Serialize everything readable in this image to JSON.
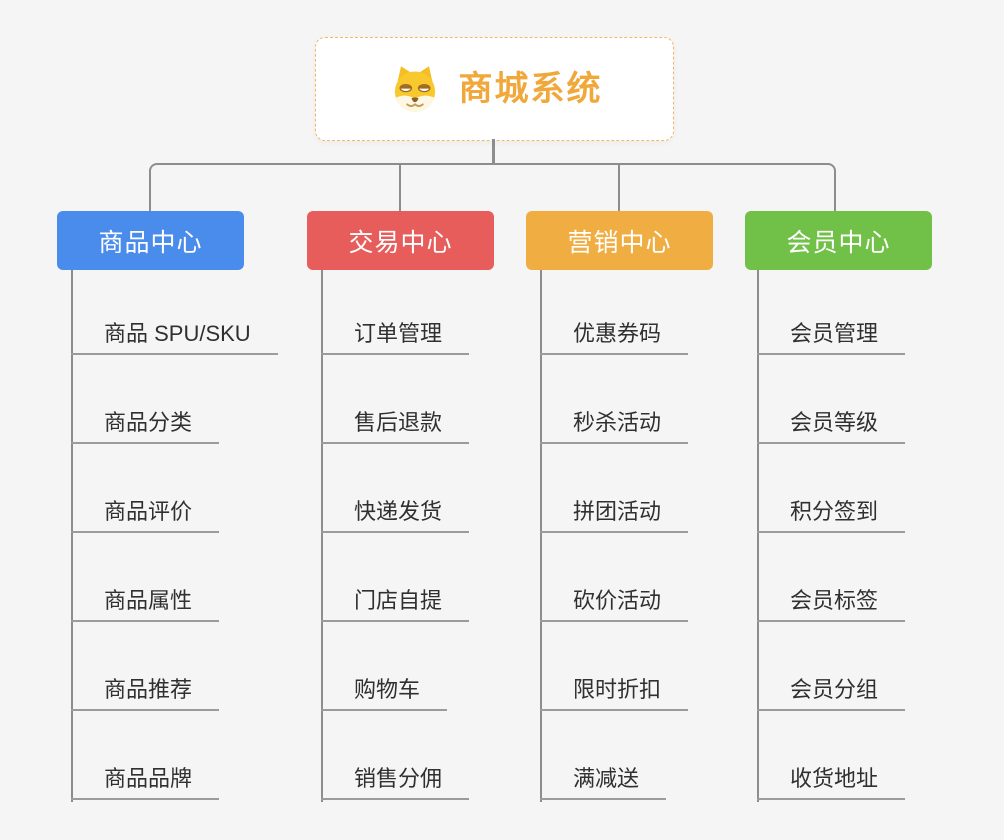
{
  "app": {
    "type": "mindmap-org-chart",
    "background_color": "#F5F5F6",
    "connector_color": "#8D8D8D",
    "leaf_line_color": "#9B9B9B",
    "leaf_text_color": "#303030"
  },
  "root": {
    "title": "商城系统",
    "icon": "shiba-dog-face-icon",
    "title_color": "#F1A83B",
    "border_color": "#F3B863"
  },
  "branches": [
    {
      "label": "商品中心",
      "color": "#4A8CEC",
      "items": [
        "商品 SPU/SKU",
        "商品分类",
        "商品评价",
        "商品属性",
        "商品推荐",
        "商品品牌"
      ]
    },
    {
      "label": "交易中心",
      "color": "#E65D5B",
      "items": [
        "订单管理",
        "售后退款",
        "快递发货",
        "门店自提",
        "购物车",
        "销售分佣"
      ]
    },
    {
      "label": "营销中心",
      "color": "#EFAD42",
      "items": [
        "优惠券码",
        "秒杀活动",
        "拼团活动",
        "砍价活动",
        "限时折扣",
        "满减送"
      ]
    },
    {
      "label": "会员中心",
      "color": "#71C047",
      "items": [
        "会员管理",
        "会员等级",
        "积分签到",
        "会员标签",
        "会员分组",
        "收货地址"
      ]
    }
  ]
}
